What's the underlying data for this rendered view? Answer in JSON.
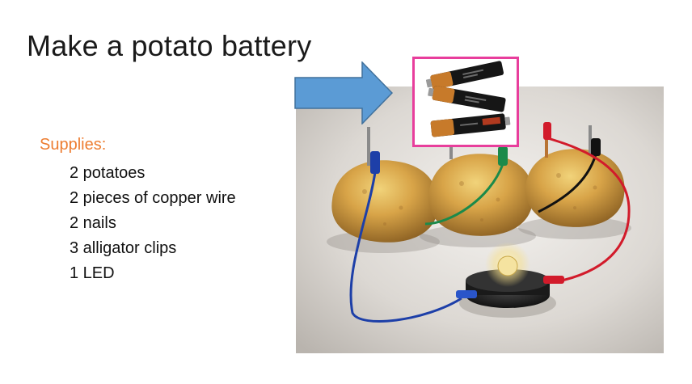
{
  "slide": {
    "title": "Make a potato battery",
    "supplies_heading": "Supplies:",
    "supplies": [
      "2 potatoes",
      "2 pieces of copper wire",
      "2 nails",
      "3 alligator clips",
      "1 LED"
    ]
  },
  "colors": {
    "heading_accent": "#ed7d31",
    "arrow_fill": "#5b9bd5",
    "arrow_stroke": "#41719c",
    "highlight_border": "#e83e9c"
  },
  "icons": {
    "arrow": "right-arrow-icon",
    "photo": "potato-battery-photo",
    "batteries": "aa-batteries-icon"
  }
}
